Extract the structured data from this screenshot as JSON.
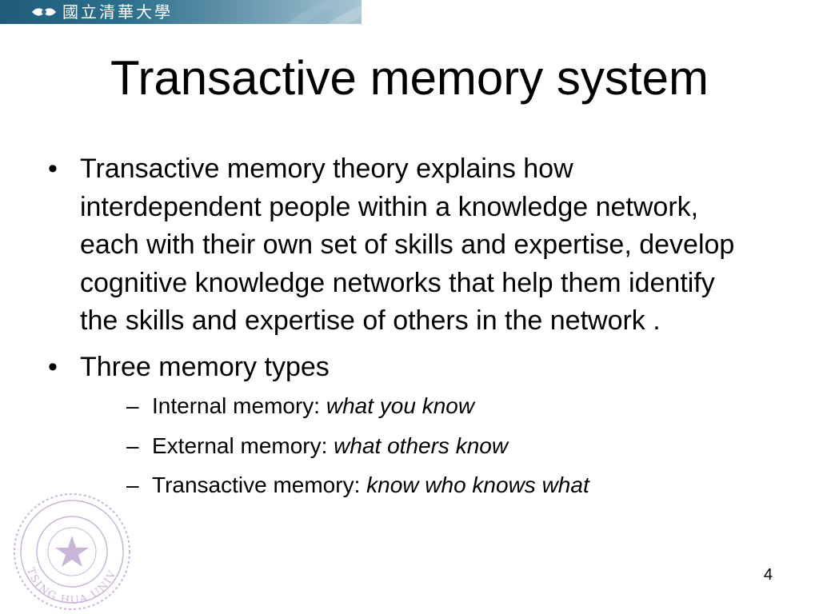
{
  "header": {
    "university_name": "國立清華大學"
  },
  "slide": {
    "title": "Transactive memory system",
    "bullets": [
      {
        "marker": "•",
        "text": "Transactive memory theory explains how interdependent people within a knowledge network, each with their own set of skills and expertise, develop cognitive knowledge networks that help them identify the skills and expertise of others in the network ."
      },
      {
        "marker": "•",
        "text": "Three memory types",
        "subitems": [
          {
            "marker": "–",
            "label": "Internal memory: ",
            "emphasis": "what you know"
          },
          {
            "marker": "–",
            "label": "External memory: ",
            "emphasis": "what others know"
          },
          {
            "marker": "–",
            "label": "Transactive memory: ",
            "emphasis": "know who knows what"
          }
        ]
      }
    ],
    "page_number": "4"
  },
  "seal": {
    "text": "TSING HUA UNIVERSITY",
    "icon": "university-seal-icon"
  },
  "colors": {
    "banner": "#2c6f8d",
    "seal": "#c9b6d6",
    "text": "#000000"
  }
}
